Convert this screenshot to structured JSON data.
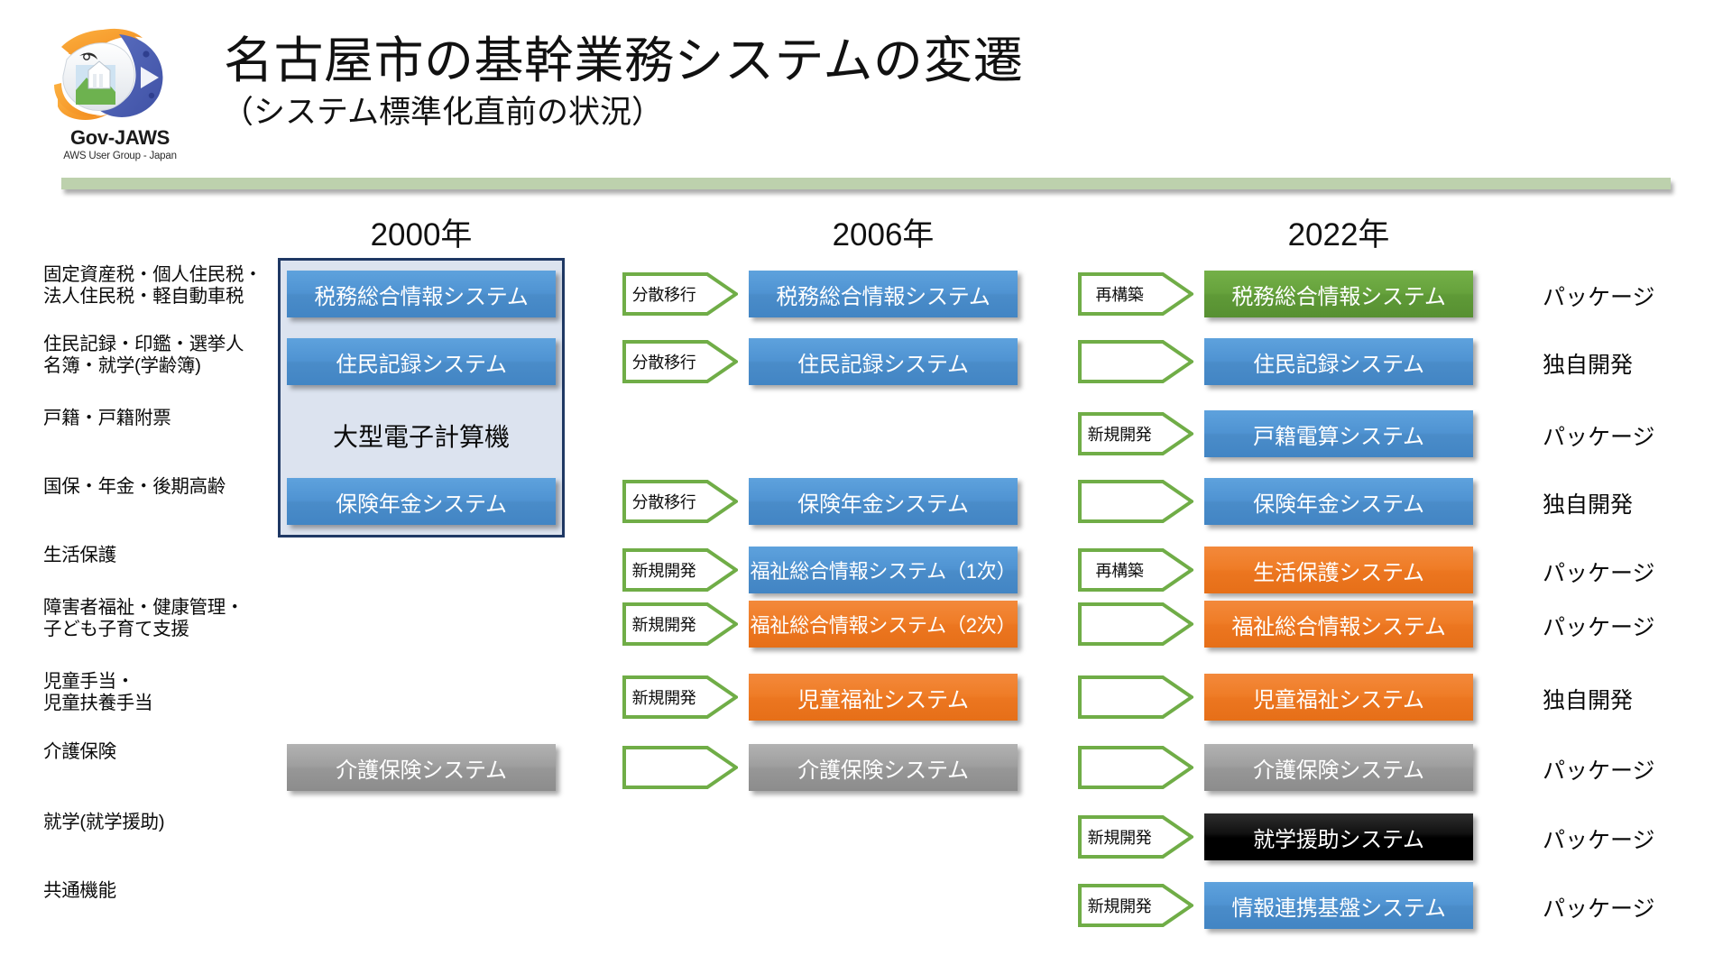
{
  "header": {
    "logo": {
      "name": "Gov-JAWS",
      "subtitle": "AWS User Group - Japan",
      "icon": "shark-fish-logo-icon"
    },
    "title": "名古屋市の基幹業務システムの変遷",
    "subtitle": "（システム標準化直前の状況）",
    "accent_bar_color": "#bdd1ad"
  },
  "columns": [
    {
      "label": "2000年"
    },
    {
      "label": "2006年"
    },
    {
      "label": "2022年"
    }
  ],
  "colors": {
    "blue": "#4a8cc9",
    "green": "#5f9a37",
    "orange": "#ec7620",
    "grey": "#979797",
    "black": "#000000",
    "frame_border": "#1f3864",
    "frame_fill": "#dce3ef",
    "arrow_outline": "#70ad47"
  },
  "frame2000": {
    "mainframe_label": "大型電子計算機"
  },
  "rows": [
    {
      "label": "固定資産税・個人住民税・\n法人住民税・軽自動車税",
      "y2000": "税務総合情報システム",
      "c2000": "blue",
      "arrow1": "分散移行",
      "y2006": "税務総合情報システム",
      "c2006": "blue",
      "arrow2": "再構築",
      "y2022": "税務総合情報システム",
      "c2022": "green",
      "type": "パッケージ"
    },
    {
      "label": "住民記録・印鑑・選挙人\n名簿・就学(学齢簿)",
      "y2000": "住民記録システム",
      "c2000": "blue",
      "arrow1": "分散移行",
      "y2006": "住民記録システム",
      "c2006": "blue",
      "arrow2": "",
      "y2022": "住民記録システム",
      "c2022": "blue",
      "type": "独自開発"
    },
    {
      "label": "戸籍・戸籍附票",
      "y2000": "",
      "c2000": "",
      "arrow1": "",
      "y2006": "",
      "c2006": "",
      "arrow2": "新規開発",
      "y2022": "戸籍電算システム",
      "c2022": "blue",
      "type": "パッケージ"
    },
    {
      "label": "国保・年金・後期高齢",
      "y2000": "保険年金システム",
      "c2000": "blue",
      "arrow1": "分散移行",
      "y2006": "保険年金システム",
      "c2006": "blue",
      "arrow2": "",
      "y2022": "保険年金システム",
      "c2022": "blue",
      "type": "独自開発"
    },
    {
      "label": "生活保護",
      "y2000": "",
      "c2000": "",
      "arrow1": "新規開発",
      "y2006": "福祉総合情報システム（1次）",
      "c2006": "blue",
      "arrow2": "再構築",
      "y2022": "生活保護システム",
      "c2022": "orange",
      "type": "パッケージ"
    },
    {
      "label": "障害者福祉・健康管理・\n子ども子育て支援",
      "y2000": "",
      "c2000": "",
      "arrow1": "新規開発",
      "y2006": "福祉総合情報システム（2次）",
      "c2006": "orange",
      "arrow2": "",
      "y2022": "福祉総合情報システム",
      "c2022": "orange",
      "type": "パッケージ"
    },
    {
      "label": "児童手当・\n児童扶養手当",
      "y2000": "",
      "c2000": "",
      "arrow1": "新規開発",
      "y2006": "児童福祉システム",
      "c2006": "orange",
      "arrow2": "",
      "y2022": "児童福祉システム",
      "c2022": "orange",
      "type": "独自開発"
    },
    {
      "label": "介護保険",
      "y2000": "介護保険システム",
      "c2000": "grey",
      "arrow1": "",
      "y2006": "介護保険システム",
      "c2006": "grey",
      "arrow2": "",
      "y2022": "介護保険システム",
      "c2022": "grey",
      "type": "パッケージ"
    },
    {
      "label": "就学(就学援助)",
      "y2000": "",
      "c2000": "",
      "arrow1": "",
      "y2006": "",
      "c2006": "",
      "arrow2": "新規開発",
      "y2022": "就学援助システム",
      "c2022": "black",
      "type": "パッケージ"
    },
    {
      "label": "共通機能",
      "y2000": "",
      "c2000": "",
      "arrow1": "",
      "y2006": "",
      "c2006": "",
      "arrow2": "新規開発",
      "y2022": "情報連携基盤システム",
      "c2022": "blue",
      "type": "パッケージ"
    }
  ]
}
